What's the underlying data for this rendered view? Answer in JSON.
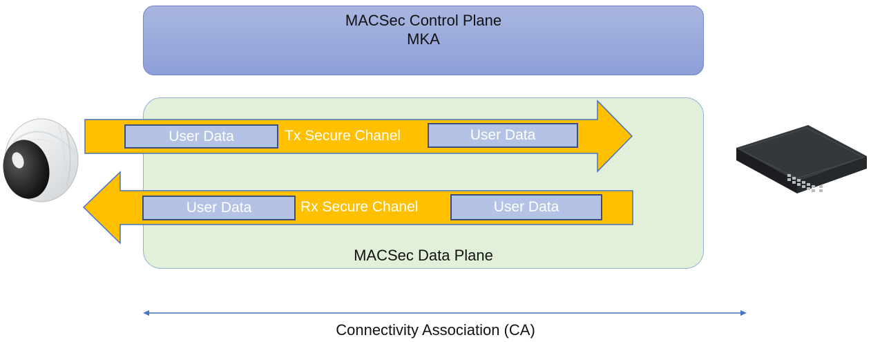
{
  "control_plane": {
    "title": "MACSec Control Plane",
    "subtitle": "MKA"
  },
  "data_plane": {
    "label": "MACSec Data Plane"
  },
  "tx_channel": {
    "label": "Tx Secure Chanel",
    "left_box": "User Data",
    "right_box": "User Data"
  },
  "rx_channel": {
    "label": "Rx Secure Chanel",
    "left_box": "User Data",
    "right_box": "User Data"
  },
  "connectivity_association": {
    "label": "Connectivity Association (CA)"
  },
  "colors": {
    "arrow_fill": "#ffc000",
    "arrow_stroke": "#4472c4",
    "control_plane": "#8fa2d9",
    "data_plane": "#e2efd9",
    "user_data_box": "#b4c2e6",
    "ca_line": "#4472c4"
  },
  "devices": {
    "left": "dome-camera-icon",
    "right": "network-switch-icon"
  }
}
